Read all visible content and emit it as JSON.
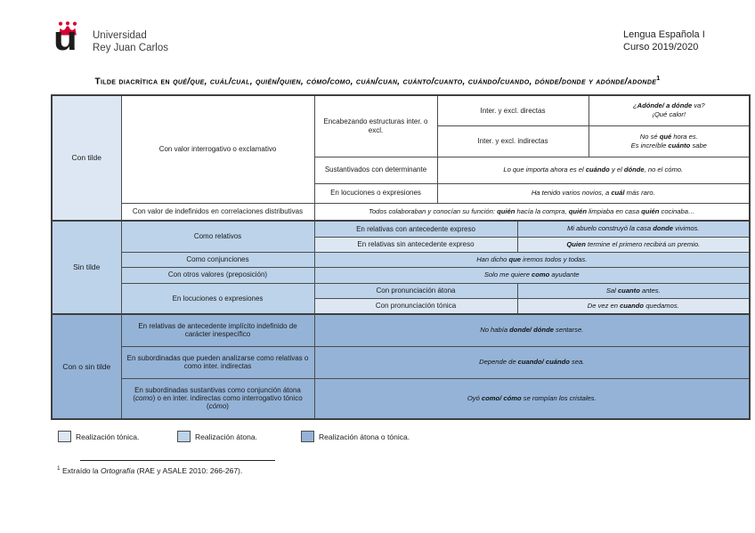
{
  "header": {
    "university_name_line1": "Universidad",
    "university_name_line2": "Rey Juan Carlos",
    "course_line1": "Lengua Española I",
    "course_line2": "Curso 2019/2020"
  },
  "title": {
    "text": "Tilde diacrítica en *qué/que, cuál/cual, quién/quien, cómo/como, cuán/cuan, cuánto/cuanto, cuándo/cuando, dónde/donde y adónde/adonde*",
    "footnote_mark": "1"
  },
  "colors": {
    "tonic": "#dce7f3",
    "atonic": "#bdd3ea",
    "atonic_or_tonic": "#95b3d7",
    "border": "#4d4d4d",
    "logo_red": "#d50032"
  },
  "table": {
    "row_labels": {
      "con_tilde": "Con tilde",
      "sin_tilde": "Sin tilde",
      "con_o_sin_tilde": "Con o sin tilde"
    },
    "descriptors": {
      "interrogativo": "Con valor interrogativo o exclamativo",
      "indefinidos": "Con valor de indefinidos en correlaciones distributivas",
      "como_relativos": "Como relativos",
      "como_conjunciones": "Como conjunciones",
      "otros_valores": "Con otros valores (preposición)",
      "locuciones_sin_tilde": "En locuciones o expresiones",
      "relativas_implicito": "En relativas de antecedente implícito indefinido de carácter inespecífico",
      "subordinadas_analizarse": "En subordinadas que pueden analizarse como relativas o como inter. indirectas",
      "subordinadas_sustantivas": "En subordinadas sustantivas como conjunción átona (*como*) o en inter. indirectas como interrogativo tónico (*cómo*)"
    },
    "subdescriptors": {
      "encabezando": "Encabezando estructuras inter. o excl.",
      "inter_directas": "Inter. y excl. directas",
      "inter_indirectas": "Inter. y excl. indirectas",
      "sustantivados": "Sustantivados con determinante",
      "locuciones_con_tilde": "En locuciones o expresiones",
      "relativas_con_antecedente": "En relativas con antecedente expreso",
      "relativas_sin_antecedente": "En relativas sin antecedente expreso",
      "pronunciacion_atona": "Con pronunciación átona",
      "pronunciacion_tonica": "Con pronunciación tónica"
    },
    "examples": {
      "adonde_va": "¿**Adónde/ a dónde** va?\n¡Qué calor!",
      "no_se_que_hora": "No sé **qué** hora es.\nEs increíble **cuánto** sabe",
      "lo_que_importa": "Lo que importa ahora es el **cuándo** y el **dónde**, no el cómo.",
      "ha_tenido_novios": "Ha tenido varios novios, a **cuál** más raro.",
      "todos_colaboraban": "Todos colaboraban y conocían su función: **quién** hacía la compra, **quién** limpiaba en casa **quién** cocinaba…",
      "mi_abuelo": "Mi abuelo construyó la casa **donde** vivimos.",
      "quien_termine": "**Quien** termine el primero recibirá un premio.",
      "han_dicho": "Han dicho **que** iremos todos y todas.",
      "solo_me_quiere": "Solo me quiere **como** ayudante",
      "sal_cuanto_antes": "Sal **cuanto** antes.",
      "de_vez_en_cuando": "De vez en **cuando** quedamos.",
      "no_habia_donde": "No había **donde/ dónde** sentarse.",
      "depende_de_cuando": "Depende de **cuando/ cuándo** sea.",
      "oyo_como": "Oyó **como/ cómo** se rompían los cristales."
    }
  },
  "legend": {
    "tonic": "Realización tónica.",
    "atonic": "Realización átona.",
    "atonic_or_tonic": "Realización átona o tónica."
  },
  "footnote": {
    "mark": "1",
    "text": "Extraído la *Ortografía* (RAE y ASALE 2010: 266-267)."
  }
}
